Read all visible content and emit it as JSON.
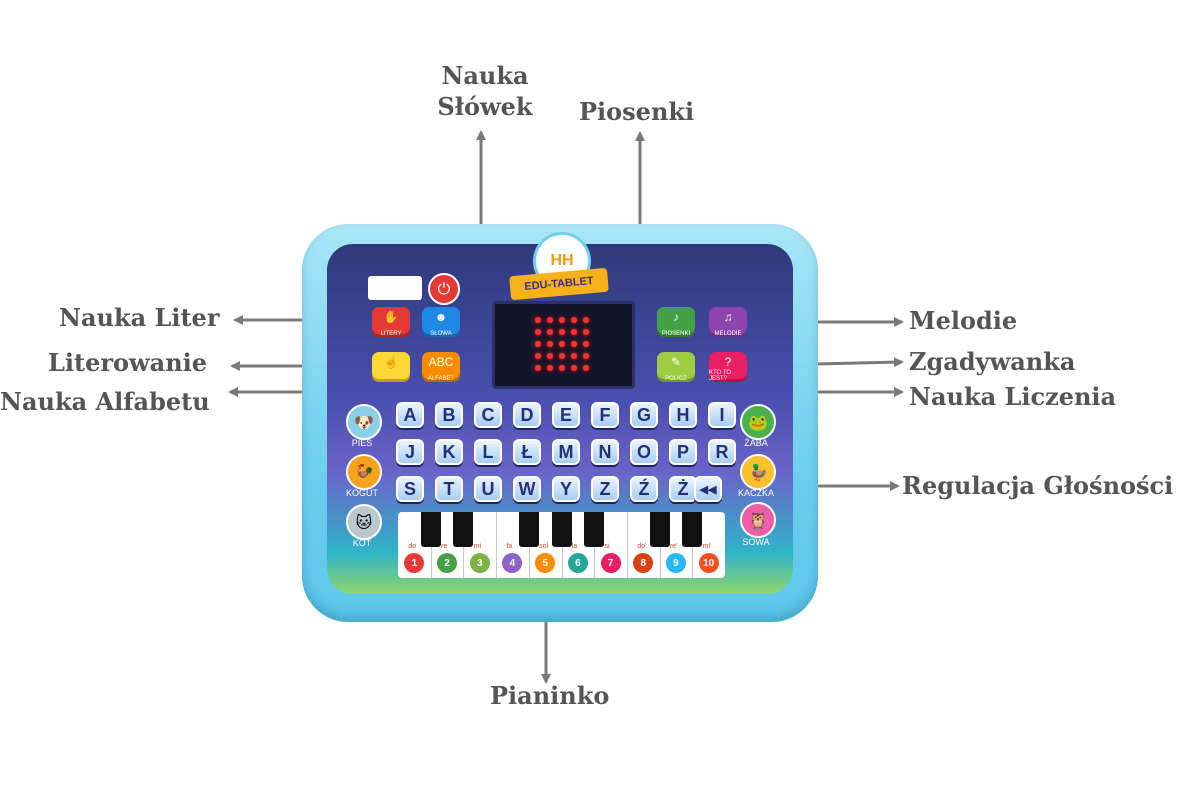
{
  "callouts": {
    "nauka_slowek": "Nauka\nSłówek",
    "piosenki": "Piosenki",
    "nauka_liter": "Nauka Liter",
    "melodie": "Melodie",
    "literowanie": "Literowanie",
    "zgadywanka": "Zgadywanka",
    "nauka_alfabetu": "Nauka Alfabetu",
    "nauka_liczenia": "Nauka Liczenia",
    "regulacja_glosnosci": "Regulacja Głośności",
    "pianinko": "Pianinko"
  },
  "tablet": {
    "brand": "HH",
    "title": "EDU-TABLET",
    "mode_buttons": {
      "litery": "LITERY",
      "slowa": "SŁOWA",
      "alfabet": "ALFABET",
      "piosenki": "PIOSENKI",
      "melodie": "MELODIE",
      "liczenie": "POLICZ",
      "zgadnij": "KTO TO JEST?"
    },
    "letters_row1": [
      "A",
      "B",
      "C",
      "D",
      "E",
      "F",
      "G",
      "H",
      "I"
    ],
    "letters_row2": [
      "J",
      "K",
      "L",
      "Ł",
      "M",
      "N",
      "O",
      "P",
      "R"
    ],
    "letters_row3": [
      "S",
      "T",
      "U",
      "W",
      "Y",
      "Z",
      "Ź",
      "Ż"
    ],
    "volume_key": "◀◀",
    "animals_left": [
      "PIES",
      "KOGUT",
      "KOT"
    ],
    "animals_right": [
      "ŻABA",
      "KACZKA",
      "SOWA"
    ],
    "solfege": [
      "do",
      "re",
      "mi",
      "fa",
      "sol",
      "la",
      "si",
      "do'",
      "re'",
      "mi'"
    ],
    "piano_numbers": [
      "1",
      "2",
      "3",
      "4",
      "5",
      "6",
      "7",
      "8",
      "9",
      "10"
    ],
    "note_colors": [
      "#e53935",
      "#43a047",
      "#7cb342",
      "#8e63c7",
      "#fb8c00",
      "#26a69a",
      "#e91e63",
      "#d84315",
      "#29b6f6",
      "#f4511e"
    ]
  },
  "colors": {
    "arrow": "#7a7a7a",
    "callout_text": "#555555"
  }
}
